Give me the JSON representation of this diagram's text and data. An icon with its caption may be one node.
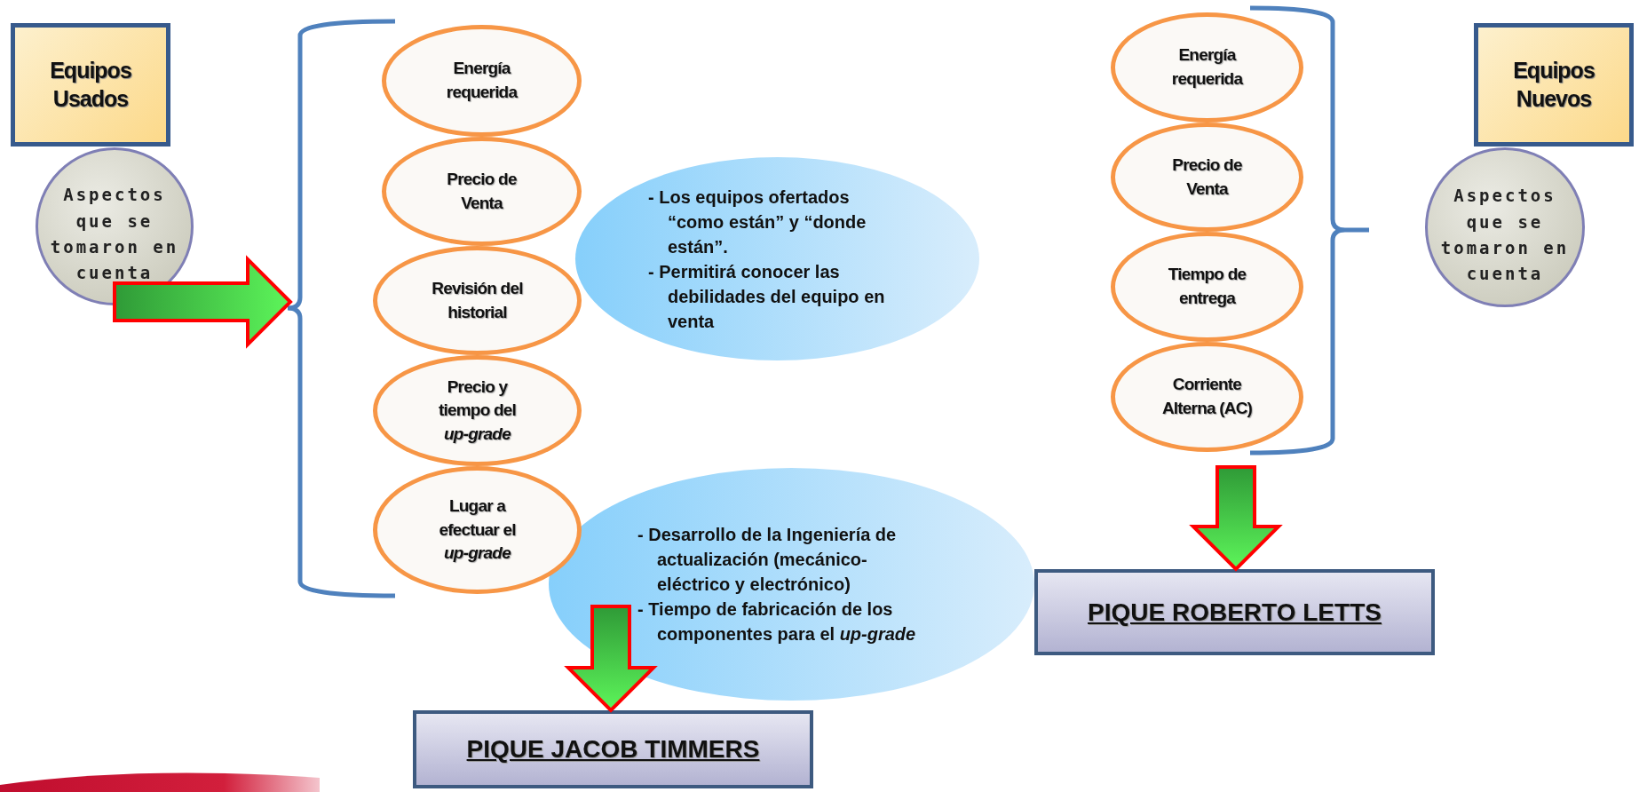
{
  "diagram": {
    "nodes": [
      {
        "text": [
          "Equipos Usados"
        ]
      },
      {
        "text": [
          "Aspectos que se tomaron en cuenta"
        ]
      },
      {
        "text": [
          "Energía requerida"
        ]
      },
      {
        "text": [
          "Precio de Venta"
        ]
      },
      {
        "text": [
          "Revisión del historial"
        ]
      },
      {
        "text": [
          "Precio  y tiempo del *up-grade*"
        ]
      },
      {
        "text": [
          "Lugar a efectuar el *up-grade*"
        ]
      },
      {
        "text": [
          "- Los equipos ofertados “como están” y “donde están”.",
          "- Permitirá conocer las debilidades del equipo en venta"
        ]
      },
      {
        "text": [
          "-  Desarrollo de la Ingeniería de actualización (mecánico-eléctrico y electrónico)",
          "-  Tiempo de fabricación de los componentes para el *up-grade*"
        ]
      },
      {
        "text": [
          "PIQUE JACOB TIMMERS"
        ]
      },
      {
        "text": [
          "Energía requerida"
        ]
      },
      {
        "text": [
          "Precio de Venta"
        ]
      },
      {
        "text": [
          "Tiempo de entrega"
        ]
      },
      {
        "text": [
          "Corriente Alterna (AC)"
        ]
      },
      {
        "text": [
          "Equipos Nuevos"
        ]
      },
      {
        "text": [
          "Aspectos que se tomaron en cuenta"
        ]
      },
      {
        "text": [
          "PIQUE ROBERTO LETTS"
        ]
      }
    ],
    "edges": [
      {
        "from": 1,
        "to": null,
        "arrow": "to"
      },
      {
        "from": null,
        "to": 9,
        "arrow": "to"
      },
      {
        "from": null,
        "to": 16,
        "arrow": "to"
      }
    ]
  }
}
